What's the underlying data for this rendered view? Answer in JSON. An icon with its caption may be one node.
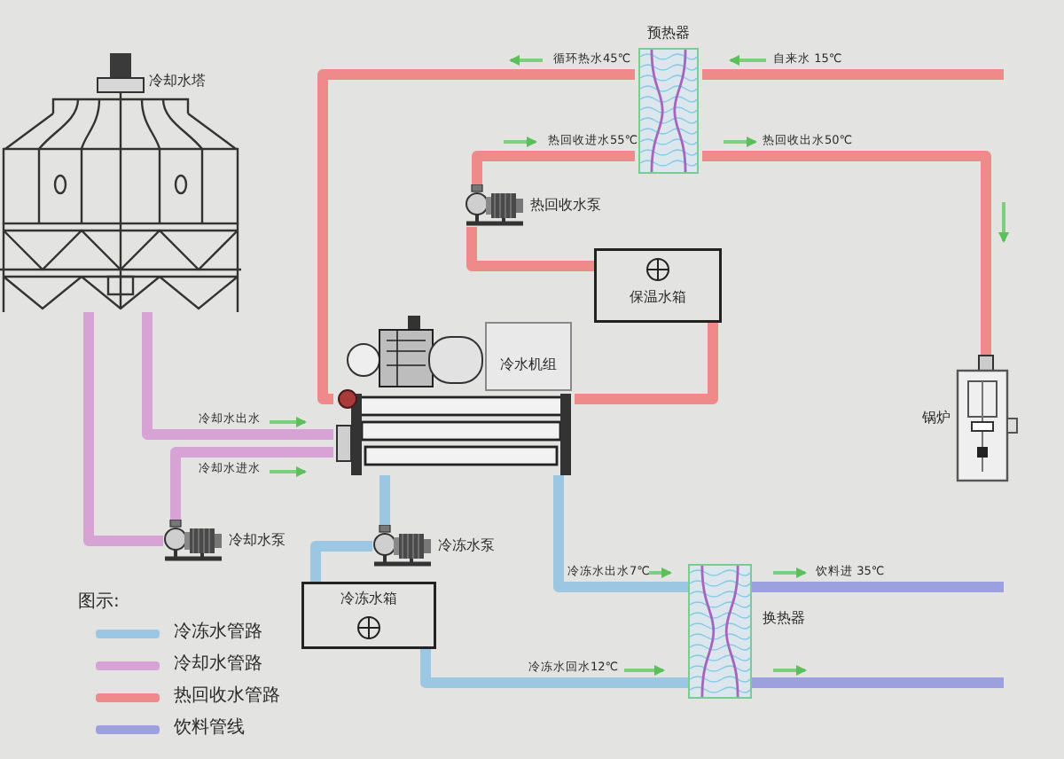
{
  "diagram": {
    "nodes": [
      {
        "text": [
          "冷却水塔"
        ]
      },
      {
        "text": [
          "预热器"
        ]
      },
      {
        "text": [
          "热回收水泵"
        ]
      },
      {
        "text": [
          "保温水箱"
        ]
      },
      {
        "text": [
          "冷水机组"
        ]
      },
      {
        "text": [
          "锅炉"
        ]
      },
      {
        "text": [
          "冷却水泵"
        ]
      },
      {
        "text": [
          "冷冻水泵"
        ]
      },
      {
        "text": [
          "冷冻水箱"
        ]
      },
      {
        "text": [],
        "shape": "box",
        "beside": [
          "换热器"
        ]
      }
    ],
    "edges": [
      {
        "from": 1,
        "to": 4,
        "arrow": "none",
        "label": "循环热水45℃",
        "color": "#ee8a8a"
      },
      {
        "from": null,
        "to": 1,
        "arrow": "none",
        "label": "自来水 15℃",
        "color": "#ee8a8a"
      },
      {
        "from": 2,
        "to": 1,
        "arrow": "none",
        "label": "热回收进水55℃",
        "color": "#ee8a8a"
      },
      {
        "from": 1,
        "to": 5,
        "arrow": "none",
        "label": "热回收出水50℃",
        "color": "#ee8a8a"
      },
      {
        "from": 3,
        "to": 2,
        "arrow": "none",
        "color": "#ee8a8a"
      },
      {
        "from": 4,
        "to": 3,
        "arrow": "none",
        "color": "#ee8a8a"
      },
      {
        "from": 4,
        "to": 0,
        "arrow": "none",
        "label": "冷却水出水",
        "color": "#d7a2d4"
      },
      {
        "from": 0,
        "to": 6,
        "arrow": "none",
        "color": "#d7a2d4"
      },
      {
        "from": 6,
        "to": 4,
        "arrow": "none",
        "label": "冷却水进水",
        "color": "#d7a2d4"
      },
      {
        "from": 4,
        "to": 7,
        "arrow": "none",
        "color": "#9cc7e2"
      },
      {
        "from": 7,
        "to": 8,
        "arrow": "none",
        "color": "#9cc7e2"
      },
      {
        "from": 4,
        "to": 9,
        "arrow": "none",
        "label": "冷冻水出水7℃",
        "color": "#9cc7e2"
      },
      {
        "from": 8,
        "to": 9,
        "arrow": "none",
        "label": "冷冻水回水12℃",
        "color": "#9cc7e2"
      },
      {
        "from": 9,
        "to": null,
        "arrow": "none",
        "label": "饮料进 35℃",
        "color": "#9ca0de"
      },
      {
        "from": 9,
        "to": null,
        "arrow": "none",
        "color": "#9ca0de"
      }
    ],
    "labels": [
      "图示:"
    ],
    "legend": [
      {
        "text": "冷冻水管路",
        "color": "#9cc7e2"
      },
      {
        "text": "冷却水管路",
        "color": "#d7a2d4"
      },
      {
        "text": "热回收水管路",
        "color": "#ee8a8a"
      },
      {
        "text": "饮料管线",
        "color": "#9ca0de"
      }
    ]
  }
}
